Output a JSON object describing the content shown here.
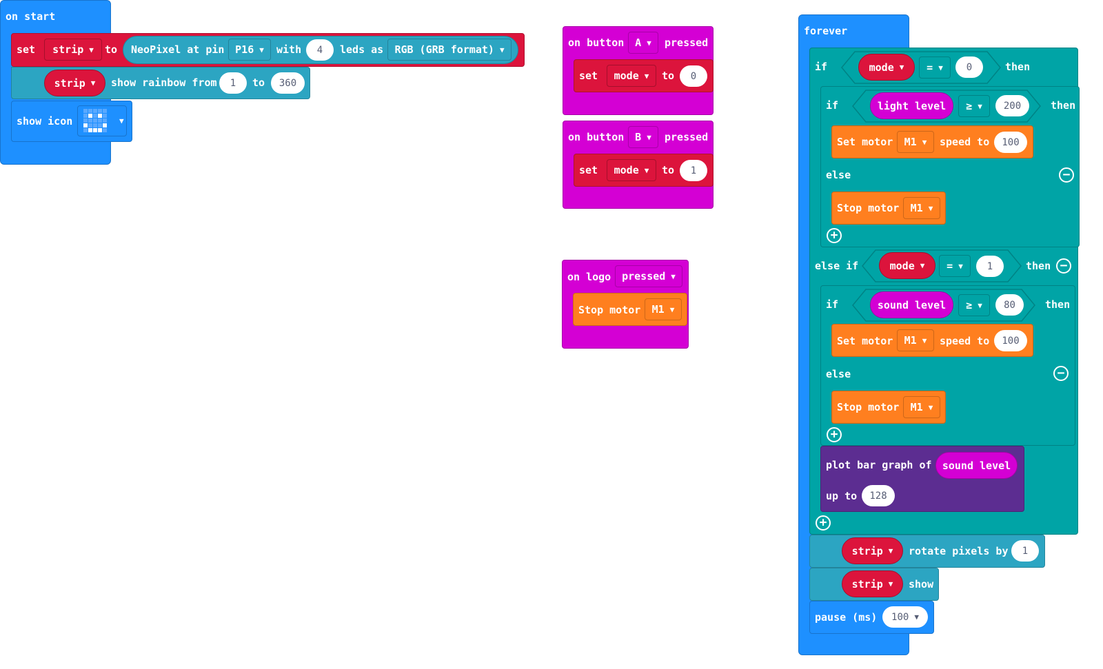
{
  "colors": {
    "basic_blue": "#1e90ff",
    "variables_red": "#dc143c",
    "neopixel_teal": "#2ca5c2",
    "input_magenta": "#d400d4",
    "motor_orange": "#ff7f1f",
    "logic_teal": "#00a4a6",
    "led_purple": "#5c2d91",
    "pause_blue": "#1e90ff",
    "number_bg": "#ffffff",
    "number_text": "#575e75"
  },
  "on_start": {
    "hat": "on start",
    "set_label": "set",
    "var": "strip",
    "to_label": "to",
    "neopixel_label": "NeoPixel at pin",
    "pin": "P16",
    "with_label": "with",
    "led_count": "4",
    "leds_as_label": "leds as",
    "format": "RGB (GRB format)",
    "rainbow_var": "strip",
    "rainbow_label": "show rainbow from",
    "rainbow_from": "1",
    "rainbow_to_label": "to",
    "rainbow_to": "360",
    "show_icon_label": "show icon"
  },
  "button_a": {
    "on_label": "on button",
    "button": "A",
    "pressed_label": "pressed",
    "set_label": "set",
    "var": "mode",
    "to_label": "to",
    "value": "0"
  },
  "button_b": {
    "on_label": "on button",
    "button": "B",
    "pressed_label": "pressed",
    "set_label": "set",
    "var": "mode",
    "to_label": "to",
    "value": "1"
  },
  "logo": {
    "on_label": "on logo",
    "event": "pressed",
    "stop_label": "Stop motor",
    "motor": "M1"
  },
  "forever": {
    "hat": "forever",
    "if_label": "if",
    "then_label": "then",
    "else_label": "else",
    "else_if_label": "else if",
    "cond1_var": "mode",
    "cond1_op": "=",
    "cond1_val": "0",
    "inner1_sensor": "light level",
    "inner1_op": "≥",
    "inner1_val": "200",
    "set_motor_label": "Set motor",
    "motor": "M1",
    "speed_to_label": "speed to",
    "speed": "100",
    "stop_label": "Stop motor",
    "cond2_var": "mode",
    "cond2_op": "=",
    "cond2_val": "1",
    "inner2_sensor": "sound level",
    "inner2_op": "≥",
    "inner2_val": "80",
    "speed2": "100",
    "plot_label": "plot bar graph of",
    "plot_sensor": "sound level",
    "up_to_label": "up to",
    "up_to": "128",
    "rotate_var": "strip",
    "rotate_label": "rotate pixels by",
    "rotate_by": "1",
    "show_var": "strip",
    "show_label": "show",
    "pause_label": "pause (ms)",
    "pause": "100"
  }
}
